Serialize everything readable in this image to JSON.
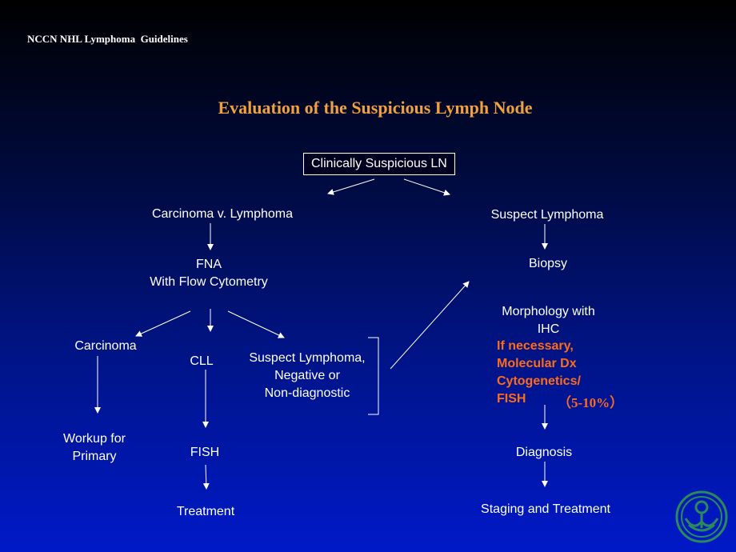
{
  "header": "NCCN NHL Lymphoma  Guidelines",
  "title": "Evaluation of the Suspicious Lymph Node",
  "colors": {
    "title": "#f0a040",
    "highlight": "#ff6a1a",
    "text": "#ffffff"
  },
  "nodes": {
    "root": "Clinically Suspicious LN",
    "carcinoma_v_lymphoma": "Carcinoma v. Lymphoma",
    "fna_line1": "FNA",
    "fna_line2": "With Flow Cytometry",
    "carcinoma": "Carcinoma",
    "cll": "CLL",
    "suspect_neg_line1": "Suspect Lymphoma,",
    "suspect_neg_line2": "Negative or",
    "suspect_neg_line3": "Non-diagnostic",
    "workup_line1": "Workup for",
    "workup_line2": "Primary",
    "fish": "FISH",
    "treatment": "Treatment",
    "suspect_lymphoma": "Suspect Lymphoma",
    "biopsy": "Biopsy",
    "morphology_line1": "Morphology with",
    "morphology_line2": "IHC",
    "if_necessary": "If necessary,",
    "molecular_dx": "Molecular Dx",
    "cytogenetics": "Cytogenetics/",
    "fish_right": "FISH",
    "percent": "（5-10%）",
    "diagnosis": "Diagnosis",
    "staging": "Staging and Treatment"
  },
  "logo_icon": "hospital-logo-icon"
}
